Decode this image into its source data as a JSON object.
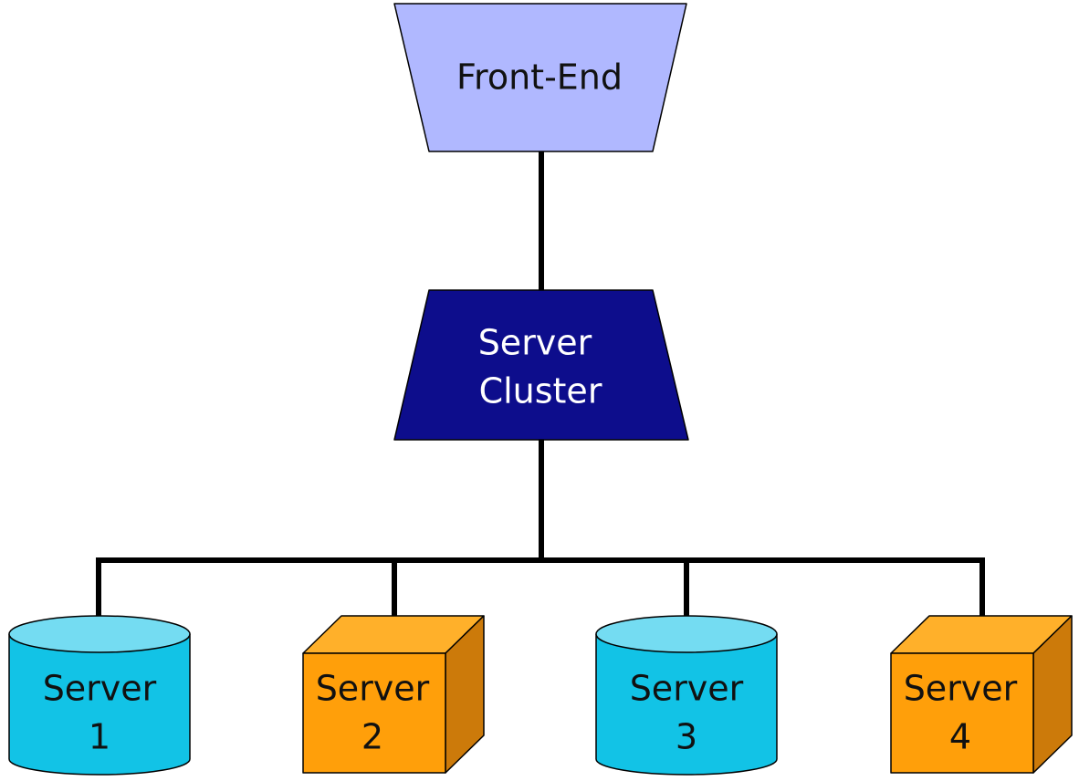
{
  "diagram": {
    "front_end": {
      "label": "Front-End",
      "fill": "#b0b8ff"
    },
    "cluster": {
      "line1": "Server",
      "line2": "Cluster",
      "fill": "#0d0d8c"
    },
    "servers": [
      {
        "line1": "Server",
        "line2": "1",
        "shape": "cylinder",
        "fill": "#12c3e6",
        "top_fill": "#74dcf2"
      },
      {
        "line1": "Server",
        "line2": "2",
        "shape": "cube",
        "fill": "#ff9f0a",
        "top_fill": "#ffb02a",
        "side_fill": "#cc7a0a"
      },
      {
        "line1": "Server",
        "line2": "3",
        "shape": "cylinder",
        "fill": "#12c3e6",
        "top_fill": "#74dcf2"
      },
      {
        "line1": "Server",
        "line2": "4",
        "shape": "cube",
        "fill": "#ff9f0a",
        "top_fill": "#ffb02a",
        "side_fill": "#cc7a0a"
      }
    ],
    "connector_color": "#000000"
  }
}
